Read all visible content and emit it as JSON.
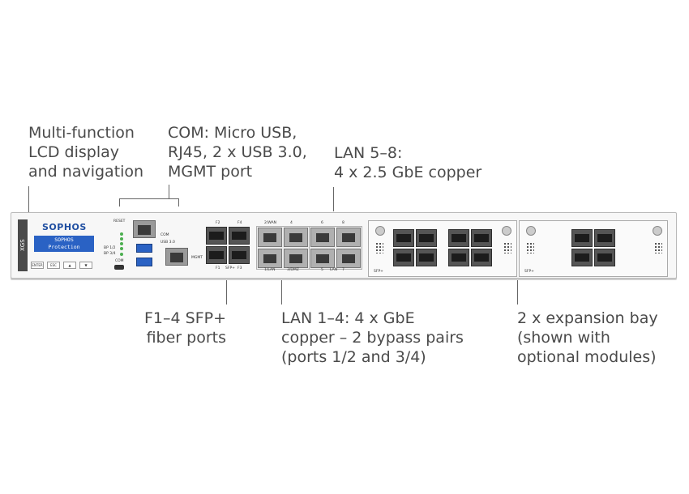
{
  "callouts": {
    "lcd": "Multi-function\nLCD display\nand navigation",
    "com": "COM: Micro USB,\nRJ45, 2 x USB 3.0,\nMGMT port",
    "lan58": "LAN 5–8:\n4 x 2.5 GbE copper",
    "sfp": "F1–4 SFP+\nfiber ports",
    "lan14": "LAN 1–4: 4 x GbE\ncopper – 2 bypass pairs\n(ports 1/2 and 3/4)",
    "bay": "2 x expansion bay\n(shown with\noptional modules)"
  },
  "device": {
    "logo": "SOPHOS",
    "side_tag": "XGS",
    "lcd_line1": "SOPHOS",
    "lcd_line2": "Protection",
    "buttons": [
      "ENTER",
      "ESC",
      "▲",
      "▼"
    ],
    "labels": {
      "reset": "RESET",
      "com": "COM",
      "usb": "USB 3.0",
      "mgmt": "MGMT",
      "com_bottom": "COM",
      "bp12": "BP 1/2",
      "bp34": "BP 3/4",
      "f2": "F2",
      "f4": "F4",
      "f1": "F1",
      "f3": "F3",
      "sfp_tag": "SFP+",
      "wan": "2/WAN",
      "p4": "4",
      "lan": "1/LAN",
      "dmz": "3/DMZ",
      "p1": "1",
      "p6": "6",
      "p8": "8",
      "p5": "5",
      "p7": "7",
      "lan58_tag": "LAN",
      "bay1_tag": "SFP+",
      "bay2_tag": "SFP+"
    }
  }
}
